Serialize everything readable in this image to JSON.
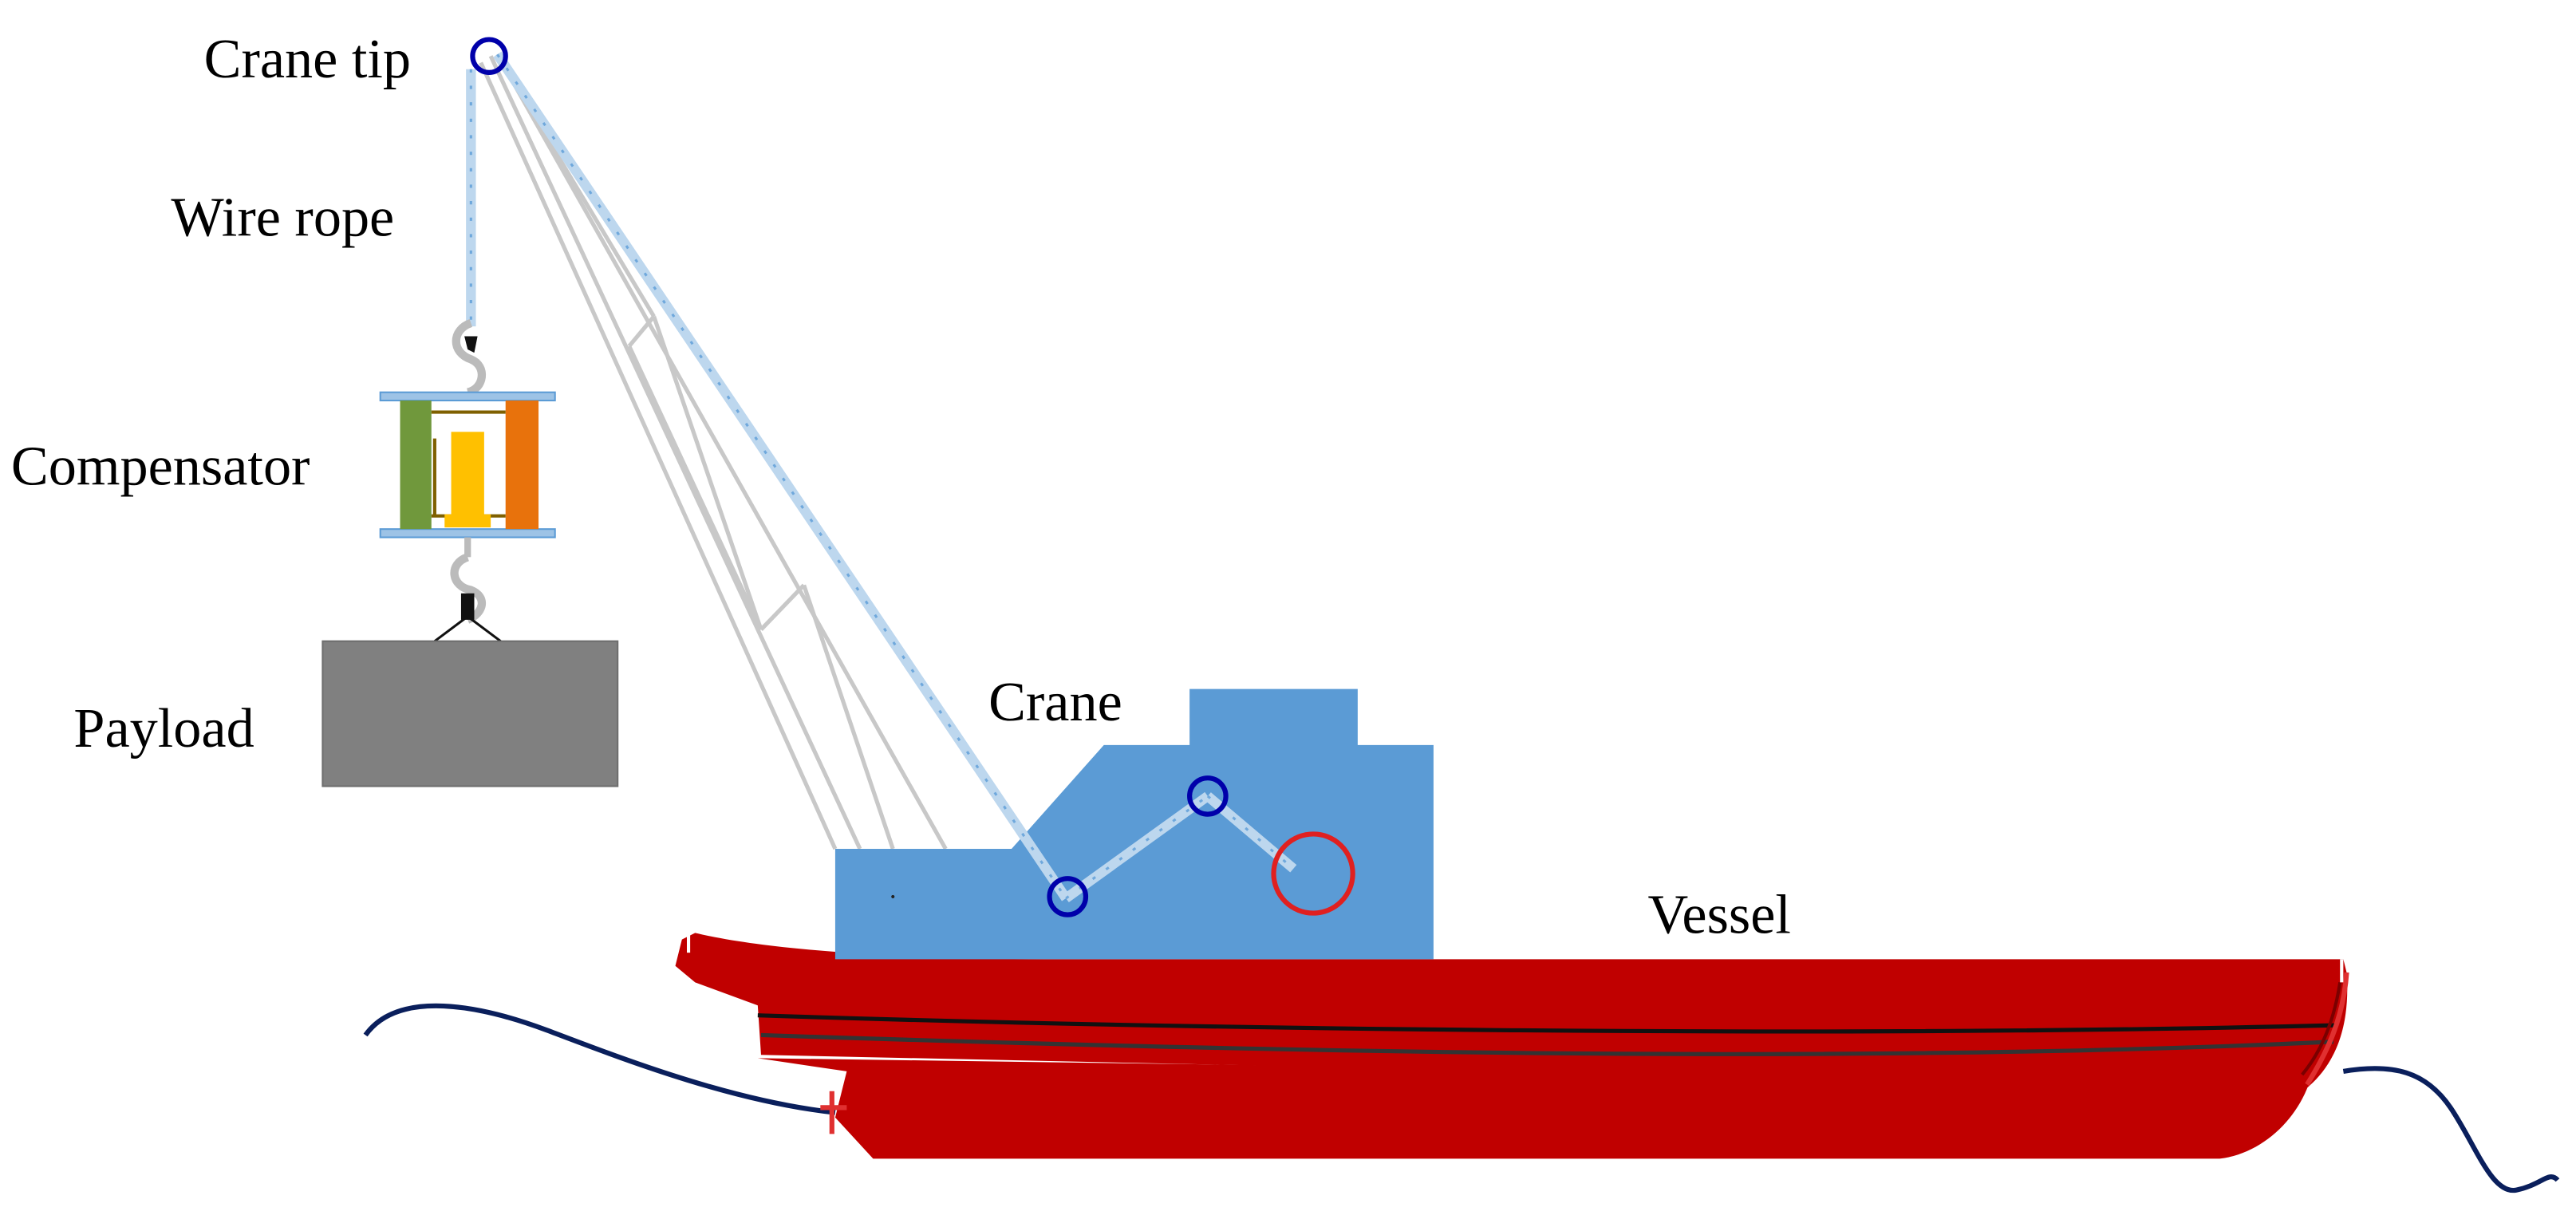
{
  "labels": {
    "crane_tip": "Crane tip",
    "wire_rope": "Wire rope",
    "compensator": "Compensator",
    "payload": "Payload",
    "crane": "Crane",
    "vessel": "Vessel"
  },
  "colors": {
    "hull": "#c00000",
    "crane_house": "#5b9bd5",
    "boom": "#c8c8c8",
    "wire_rope": "#bdd7ee",
    "sheave": "#0000aa",
    "winch_drum": "#e02020",
    "payload": "#808080",
    "compensator_left": "#70983c",
    "compensator_right": "#e8720c",
    "compensator_piston": "#ffc000",
    "wave": "#0a1f5c"
  }
}
